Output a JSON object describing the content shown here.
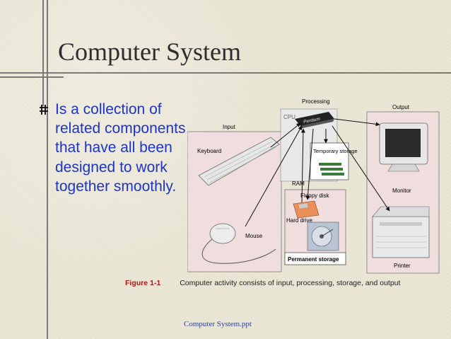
{
  "slide": {
    "title": "Computer System",
    "bullet_text": "Is a collection of related components that have all been designed to work together smoothly.",
    "footer": "Computer System.ppt"
  },
  "figure": {
    "processing_label": "Processing",
    "output_label": "Output",
    "input_label": "Input",
    "cpu_label": "CPU",
    "chip_label": "Pentium",
    "temporary_storage_label": "Temporary storage",
    "ram_label": "RAM",
    "keyboard_label": "Keyboard",
    "floppy_label": "Floppy disk",
    "hard_drive_label": "Hard drive",
    "mouse_label": "Mouse",
    "permanent_storage_label": "Permanent storage",
    "monitor_label": "Monitor",
    "printer_label": "Printer",
    "caption_number": "Figure 1-1",
    "caption_text": "Computer activity consists of input, processing, storage, and output"
  },
  "colors": {
    "bullet_text": "#1c34c8",
    "caption_number": "#b01818",
    "footer": "#2f3f8f",
    "panel_pink": "#f0dede",
    "panel_white": "#ffffff"
  }
}
